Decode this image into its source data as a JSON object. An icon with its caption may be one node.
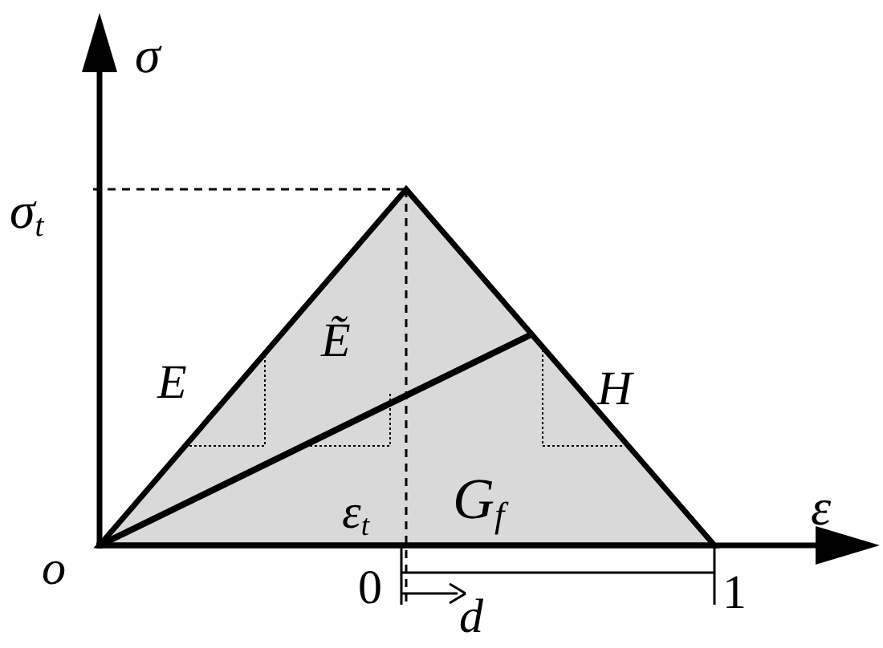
{
  "diagram": {
    "labels": [
      "σ",
      "σ$_{t}$",
      "Ẽ",
      "E",
      "H",
      "ε$_{t}$",
      "G$_{f}$",
      "ε",
      "o",
      "0",
      "1",
      "d"
    ]
  }
}
